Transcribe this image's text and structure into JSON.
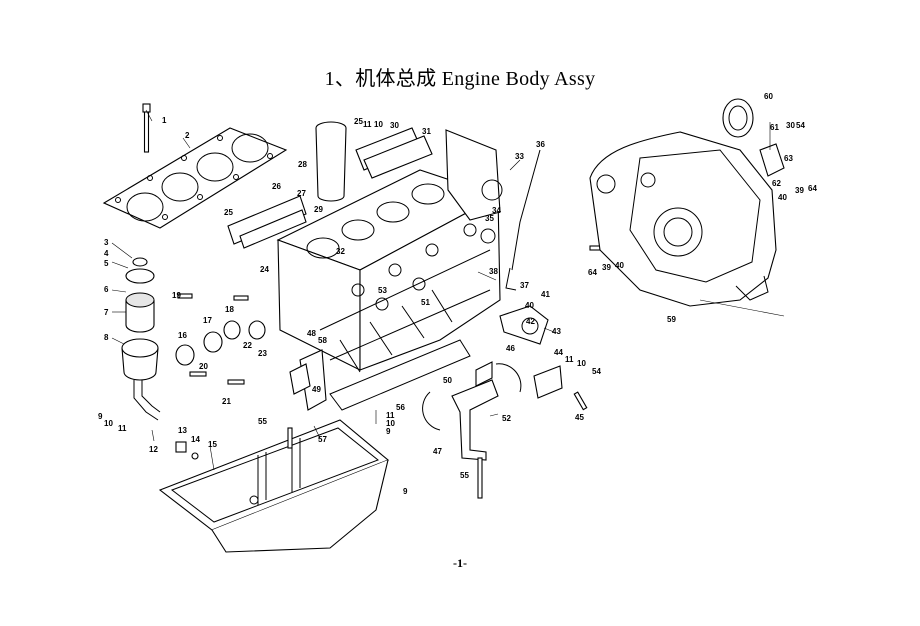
{
  "title": "1、机体总成  Engine Body Assy",
  "page_number": "-1-",
  "callouts": [
    {
      "id": "c1",
      "text": "1"
    },
    {
      "id": "c2",
      "text": "2"
    },
    {
      "id": "c3",
      "text": "3"
    },
    {
      "id": "c4",
      "text": "4"
    },
    {
      "id": "c5",
      "text": "5"
    },
    {
      "id": "c6",
      "text": "6"
    },
    {
      "id": "c7",
      "text": "7"
    },
    {
      "id": "c8",
      "text": "8"
    },
    {
      "id": "c9a",
      "text": "9"
    },
    {
      "id": "c10a",
      "text": "10"
    },
    {
      "id": "c11a",
      "text": "11"
    },
    {
      "id": "c12",
      "text": "12"
    },
    {
      "id": "c13",
      "text": "13"
    },
    {
      "id": "c14",
      "text": "14"
    },
    {
      "id": "c15",
      "text": "15"
    },
    {
      "id": "c16",
      "text": "16"
    },
    {
      "id": "c17",
      "text": "17"
    },
    {
      "id": "c18",
      "text": "18"
    },
    {
      "id": "c19",
      "text": "19"
    },
    {
      "id": "c20",
      "text": "20"
    },
    {
      "id": "c21",
      "text": "21"
    },
    {
      "id": "c22",
      "text": "22"
    },
    {
      "id": "c23",
      "text": "23"
    },
    {
      "id": "c24",
      "text": "24"
    },
    {
      "id": "c25a",
      "text": "25"
    },
    {
      "id": "c26",
      "text": "26"
    },
    {
      "id": "c27",
      "text": "27"
    },
    {
      "id": "c28",
      "text": "28"
    },
    {
      "id": "c29",
      "text": "29"
    },
    {
      "id": "c30",
      "text": "30"
    },
    {
      "id": "c31",
      "text": "31"
    },
    {
      "id": "c32",
      "text": "32"
    },
    {
      "id": "c33",
      "text": "33"
    },
    {
      "id": "c34",
      "text": "34"
    },
    {
      "id": "c35",
      "text": "35"
    },
    {
      "id": "c36",
      "text": "36"
    },
    {
      "id": "c37",
      "text": "37"
    },
    {
      "id": "c38",
      "text": "38"
    },
    {
      "id": "c40a",
      "text": "40"
    },
    {
      "id": "c41",
      "text": "41"
    },
    {
      "id": "c42",
      "text": "42"
    },
    {
      "id": "c43",
      "text": "43"
    },
    {
      "id": "c44",
      "text": "44"
    },
    {
      "id": "c45",
      "text": "45"
    },
    {
      "id": "c46",
      "text": "46"
    },
    {
      "id": "c47",
      "text": "47"
    },
    {
      "id": "c48",
      "text": "48"
    },
    {
      "id": "c49",
      "text": "49"
    },
    {
      "id": "c50",
      "text": "50"
    },
    {
      "id": "c51",
      "text": "51"
    },
    {
      "id": "c52",
      "text": "52"
    },
    {
      "id": "c53",
      "text": "53"
    },
    {
      "id": "c54a",
      "text": "54"
    },
    {
      "id": "c55a",
      "text": "55"
    },
    {
      "id": "c56",
      "text": "56"
    },
    {
      "id": "c57",
      "text": "57"
    },
    {
      "id": "c58",
      "text": "58"
    },
    {
      "id": "c59",
      "text": "59"
    },
    {
      "id": "c60",
      "text": "60"
    },
    {
      "id": "c61",
      "text": "61"
    },
    {
      "id": "c62",
      "text": "62"
    },
    {
      "id": "c63",
      "text": "63"
    },
    {
      "id": "c64a",
      "text": "64"
    },
    {
      "id": "c39a",
      "text": "39"
    },
    {
      "id": "c40b",
      "text": "40"
    },
    {
      "id": "c64b",
      "text": "64"
    },
    {
      "id": "c39b",
      "text": "39"
    },
    {
      "id": "c40c",
      "text": "40"
    },
    {
      "id": "c11b",
      "text": "11"
    },
    {
      "id": "c10b",
      "text": "10"
    },
    {
      "id": "c54b",
      "text": "54"
    },
    {
      "id": "c25b",
      "text": "25"
    },
    {
      "id": "c11c",
      "text": "11"
    },
    {
      "id": "c10c",
      "text": "10"
    },
    {
      "id": "c30b",
      "text": "30"
    },
    {
      "id": "c55b",
      "text": "55"
    },
    {
      "id": "c9b",
      "text": "9"
    },
    {
      "id": "c10d",
      "text": "10"
    },
    {
      "id": "c11d",
      "text": "11"
    },
    {
      "id": "c9c",
      "text": "9"
    }
  ]
}
